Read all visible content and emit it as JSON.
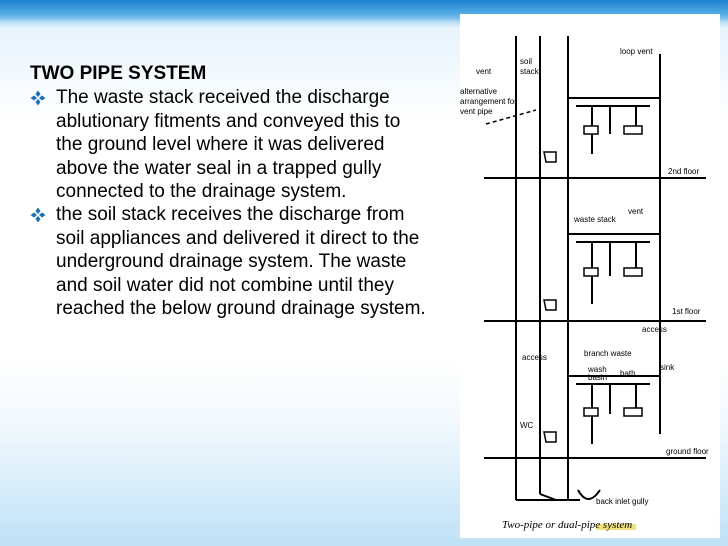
{
  "content": {
    "heading": "TWO PIPE SYSTEM",
    "bullet_icon": "diamond-bullet-icon",
    "bullets": [
      "The waste stack received the discharge ablutionary fitments and conveyed this to the ground level where it was delivered above the water seal in a trapped gully connected to the drainage system.",
      "the soil stack receives the discharge from soil appliances and delivered it direct to the underground drainage system. The waste and soil water did not combine until they reached the below ground drainage system."
    ]
  },
  "figure": {
    "labels": {
      "vent": "vent",
      "soil_stack_1": "soil",
      "soil_stack_2": "stack",
      "loop_vent": "loop vent",
      "alt_1": "alternative",
      "alt_2": "arrangement for",
      "alt_3": "vent pipe",
      "second_floor": "2nd floor",
      "vent2": "vent",
      "waste_stack": "waste stack",
      "first_floor": "1st floor",
      "access1": "access",
      "access2": "access",
      "branch_waste": "branch waste",
      "wash_1": "wash",
      "wash_2": "basin",
      "bath": "bath",
      "sink": "sink",
      "wc": "WC",
      "ground_floor": "ground floor",
      "back_inlet_gully": "back inlet gully"
    },
    "caption": "Two-pipe or dual-pipe system"
  },
  "colors": {
    "accent_blue": "#2f95d8",
    "bullet": "#1a6fb8",
    "caption_highlight": "#f2e27a"
  }
}
